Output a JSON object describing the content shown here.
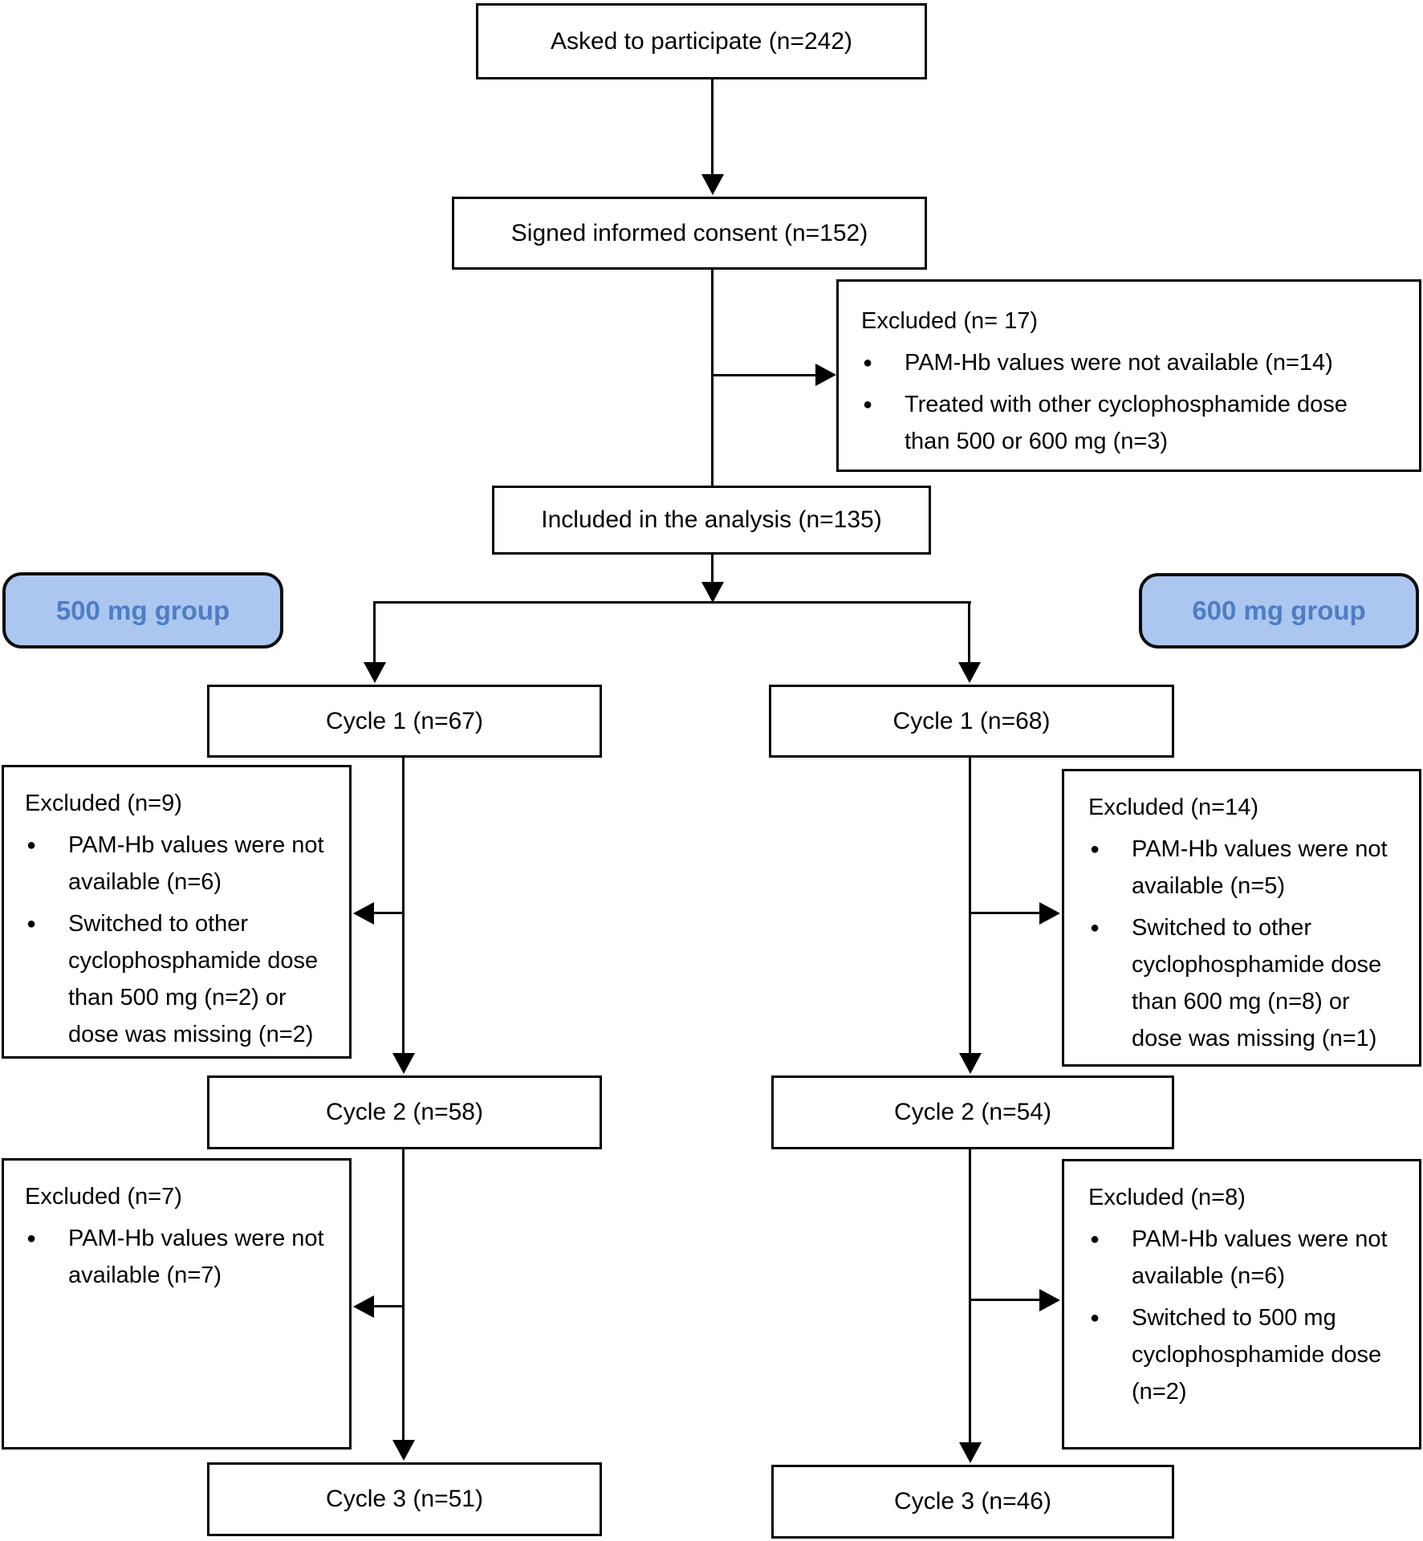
{
  "glyphs": {
    "bullet": "●"
  },
  "colors": {
    "group_pill_fill": "#abc7f0",
    "group_pill_text": "#4e7dc3",
    "line": "#000000",
    "box_background": "#ffffff"
  },
  "flow": {
    "asked": "Asked to participate (n=242)",
    "consent": "Signed informed consent (n=152)",
    "excluded_top": {
      "title": "Excluded (n= 17)",
      "bullets": [
        "PAM-Hb values were not available (n=14)",
        "Treated with other cyclophosphamide dose than 500 or 600 mg (n=3)"
      ]
    },
    "included": "Included in the analysis (n=135)",
    "groups": {
      "left": "500 mg group",
      "right": "600 mg group"
    },
    "left": {
      "cycle1": "Cycle 1 (n=67)",
      "excluded1": {
        "title": "Excluded (n=9)",
        "bullets": [
          "PAM-Hb values were not available (n=6)",
          "Switched to other cyclophosphamide dose than 500 mg (n=2) or dose was missing (n=2)"
        ]
      },
      "cycle2": "Cycle 2 (n=58)",
      "excluded2": {
        "title": "Excluded (n=7)",
        "bullets": [
          "PAM-Hb values were not available (n=7)"
        ]
      },
      "cycle3": "Cycle 3 (n=51)"
    },
    "right": {
      "cycle1": "Cycle 1 (n=68)",
      "excluded1": {
        "title": "Excluded (n=14)",
        "bullets": [
          "PAM-Hb values were not available (n=5)",
          "Switched to other cyclophosphamide dose than 600 mg (n=8) or dose was missing (n=1)"
        ]
      },
      "cycle2": "Cycle 2 (n=54)",
      "excluded2": {
        "title": "Excluded (n=8)",
        "bullets": [
          "PAM-Hb values were not available (n=6)",
          "Switched to 500 mg cyclophosphamide dose (n=2)"
        ]
      },
      "cycle3": "Cycle 3 (n=46)"
    }
  }
}
